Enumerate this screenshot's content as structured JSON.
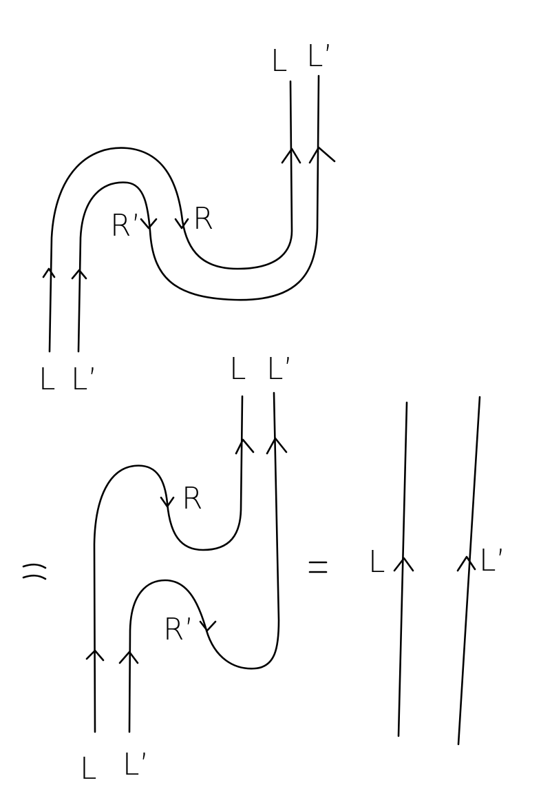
{
  "diagram1": {
    "top_labels": {
      "L": "L",
      "Lp": "L’"
    },
    "bottom_labels": {
      "L": "L",
      "Lp": "L’"
    },
    "mid_labels": {
      "Rp": "R’",
      "R": "R"
    }
  },
  "diagram2": {
    "top_labels": {
      "L": "L",
      "Lp": "L’"
    },
    "bottom_labels": {
      "L": "L",
      "Lp": "L’"
    },
    "mid_labels": {
      "R": "R",
      "Rp": "R’"
    }
  },
  "diagram3": {
    "labels": {
      "L": "L",
      "Lp": "L’"
    }
  },
  "equals_sign": "="
}
